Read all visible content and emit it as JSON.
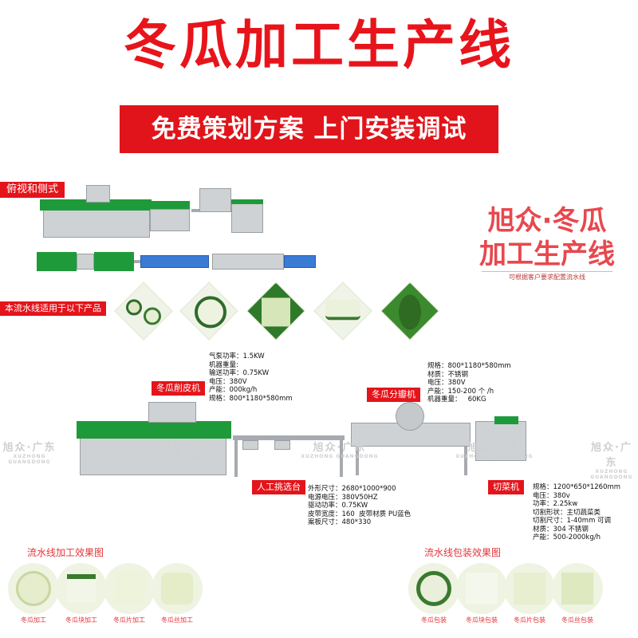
{
  "header": {
    "title": "冬瓜加工生产线",
    "banner": "免费策划方案 上门安装调试"
  },
  "tags": {
    "view": "俯视和侧式",
    "products": "本流水线适用于以下产品",
    "peeler": "冬瓜削皮机",
    "separator": "冬瓜分瓣机",
    "picking": "人工挑选台",
    "cutter": "切菜机"
  },
  "brand": {
    "line1": "旭众·冬瓜",
    "line2": "加工生产线",
    "sub": "可根据客户要求配置流水线"
  },
  "watermark": {
    "cn": "旭众·广东",
    "en": "XUZHONG GUANGDONG"
  },
  "specs": {
    "peeler": [
      "气泵功率：1.5KW",
      "机器重量:",
      "输送功率：0.75KW",
      "电压：380V",
      "产能：000kg/h",
      "规格：800*1180*580mm"
    ],
    "separator": [
      "规格：800*1180*580mm",
      "材质：不锈钢",
      "电压：380V",
      "产能：150-200 个 /h",
      "机器重量：   60KG"
    ],
    "picking": [
      "外形尺寸：2680*1000*900",
      "电源电压：380V50HZ",
      "驱动功率：0.75KW",
      "皮带宽度：160  皮带材质 PU蓝色",
      "案板尺寸：480*330"
    ],
    "cutter": [
      "规格：1200*650*1260mm",
      "电压：380v",
      "功率：2.25kw",
      "切割形状：主切蔬菜类",
      "切割尺寸：1-40mm 可调",
      "材质：304 不锈钢",
      "产能：500-2000kg/h"
    ]
  },
  "effects": {
    "processing_title": "流水线加工效果图",
    "packing_title": "流水线包装效果图",
    "processing": [
      "冬瓜加工",
      "冬瓜块加工",
      "冬瓜片加工",
      "冬瓜丝加工"
    ],
    "packing": [
      "冬瓜包装",
      "冬瓜块包装",
      "冬瓜片包装",
      "冬瓜丝包装"
    ]
  },
  "colors": {
    "red": "#e4141b",
    "green": "#1f9a3a"
  }
}
